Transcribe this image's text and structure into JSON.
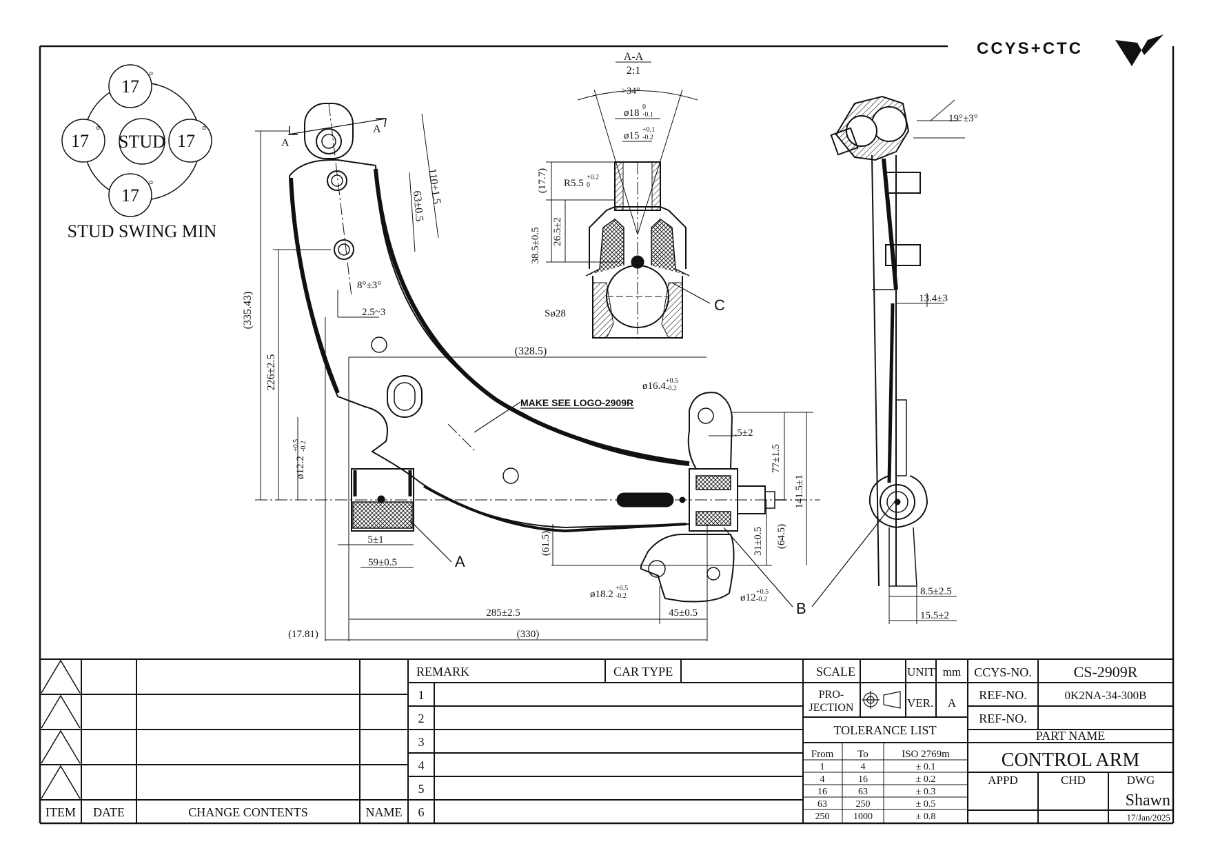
{
  "logo": {
    "text": "CCYS+CTC"
  },
  "stud_swing": {
    "center_label": "STUD",
    "angles": [
      "17",
      "17",
      "17",
      "17"
    ],
    "degree_mark": "°",
    "title": "STUD SWING MIN"
  },
  "section": {
    "label": "A-A",
    "scale": "2:1"
  },
  "callouts": {
    "a": "A",
    "b": "B",
    "c": "C",
    "section_mark": "A"
  },
  "note": "MAKE SEE LOGO-2909R",
  "dims": {
    "d110": "110±1.5",
    "d63": "63±0.5",
    "d335": "(335.43)",
    "d226": "226±2.5",
    "d12_2": "ø12.2",
    "d12_2_tol_top": "+0.5",
    "d12_2_tol_bot": "-0.2",
    "d8deg": "8°±3°",
    "d2_5": "2.5~3",
    "d328": "(328.5)",
    "d16_4": "ø16.4",
    "d16_4_tol_top": "+0.5",
    "d16_4_tol_bot": "-0.2",
    "d1_5": "1.5±2",
    "d77": "77±1.5",
    "d141": "141.5±1",
    "d31": "31±0.5",
    "d64": "(64.5)",
    "d61": "(61.5)",
    "d5": "5±1",
    "d59": "59±0.5",
    "d18_2": "ø18.2",
    "d18_2_tol_top": "+0.5",
    "d18_2_tol_bot": "-0.2",
    "d12b": "ø12",
    "d12b_tol_top": "+0.5",
    "d12b_tol_bot": "-0.2",
    "d285": "285±2.5",
    "d45": "45±0.5",
    "d17_81": "(17.81)",
    "d330": "(330)",
    "d34": ">34°",
    "d18": "ø18",
    "d18_tol_top": "0",
    "d18_tol_bot": "-0.1",
    "d15": "ø15",
    "d15_tol_top": "+0.1",
    "d15_tol_bot": "-0.2",
    "d17_7": "(17.7)",
    "dR5": "R5.5",
    "dR5_tol_top": "+0.2",
    "dR5_tol_bot": "0",
    "d38": "38.5±0.5",
    "d26": "26.5±2",
    "dS28": "Sø28",
    "d19": "19°±3°",
    "d13": "13.4±3",
    "d8_5": "8.5±2.5",
    "d15_5": "15.5±2"
  },
  "revision_table": {
    "headers": [
      "ITEM",
      "DATE",
      "CHANGE CONTENTS",
      "NAME"
    ]
  },
  "remark_table": {
    "remark_label": "REMARK",
    "car_type_label": "CAR TYPE",
    "rows": [
      "1",
      "2",
      "3",
      "4",
      "5",
      "6"
    ]
  },
  "info_table": {
    "scale_label": "SCALE",
    "unit_label": "UNIT",
    "unit_value": "mm",
    "projection_label_1": "PRO-",
    "projection_label_2": "JECTION",
    "ver_label": "VER.",
    "ver_value": "A",
    "tolerance_title": "TOLERANCE LIST",
    "tol_headers": [
      "From",
      "To",
      "ISO 2769m"
    ],
    "tol_rows": [
      {
        "from": "1",
        "to": "4",
        "tol": "± 0.1"
      },
      {
        "from": "4",
        "to": "16",
        "tol": "± 0.2"
      },
      {
        "from": "16",
        "to": "63",
        "tol": "± 0.3"
      },
      {
        "from": "63",
        "to": "250",
        "tol": "± 0.5"
      },
      {
        "from": "250",
        "to": "1000",
        "tol": "± 0.8"
      }
    ]
  },
  "title_block": {
    "ccys_label": "CCYS-NO.",
    "ccys_value": "CS-2909R",
    "ref_label": "REF-NO.",
    "ref_value": "0K2NA-34-300B",
    "ref_label_2": "REF-NO.",
    "ref_value_2": "",
    "part_name_label": "PART NAME",
    "part_name": "CONTROL ARM",
    "appd_label": "APPD",
    "chd_label": "CHD",
    "dwg_label": "DWG",
    "drawn_by": "Shawn",
    "date": "17/Jan/2025"
  }
}
